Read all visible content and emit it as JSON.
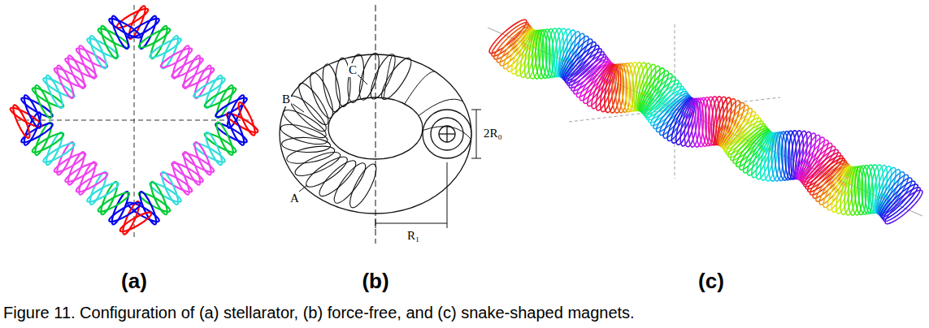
{
  "diagram": {
    "caption": "Figure 11. Configuration of (a) stellarator, (b) force-free, and (c) snake-shaped magnets.",
    "labels": [
      "(a)",
      "(b)",
      "(c)",
      "A",
      "B",
      "C",
      "2R₀",
      "R₁"
    ]
  }
}
